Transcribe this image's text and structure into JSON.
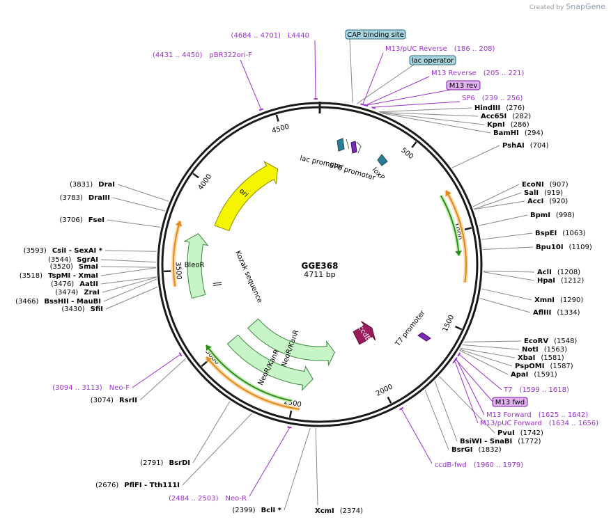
{
  "credit": {
    "prefix": "Created by",
    "brand": "SnapGene"
  },
  "plasmid": {
    "name": "GGE368",
    "length_label": "4711 bp",
    "length": 4711
  },
  "colors": {
    "backbone": "#1a1a1a",
    "enzyme": "#000000",
    "primer": "#9b30d0",
    "ori": "#f5f500",
    "resistance": "#c8f5c8",
    "ccdB": "#9b1c5a",
    "orange_feature": "#e08a1e",
    "green_feature": "#2e8b1e",
    "feature_box": "#a8d4e0",
    "primer_box": "#e0b0f0"
  },
  "ticks": [
    {
      "bp": 500,
      "label": "500"
    },
    {
      "bp": 1000,
      "label": "1000"
    },
    {
      "bp": 1500,
      "label": "1500"
    },
    {
      "bp": 2000,
      "label": "2000"
    },
    {
      "bp": 2500,
      "label": "2500"
    },
    {
      "bp": 3000,
      "label": "3000"
    },
    {
      "bp": 3500,
      "label": "3500"
    },
    {
      "bp": 4000,
      "label": "4000"
    },
    {
      "bp": 4500,
      "label": "4500"
    }
  ],
  "features": [
    {
      "name": "ori",
      "label": "ori",
      "start": 3800,
      "end": 4400,
      "direction": "fwd",
      "kind": "ori"
    },
    {
      "name": "BleoR",
      "label": "BleoR",
      "start": 3340,
      "end": 3720,
      "direction": "fwd",
      "kind": "res"
    },
    {
      "name": "NeoR/KanR",
      "label": "NeoR/KanR",
      "start": 2230,
      "end": 2990,
      "direction": "rev",
      "kind": "res"
    },
    {
      "name": "NeoR/KanR 2",
      "label": "NeoR/KanR",
      "start": 2400,
      "end": 3000,
      "direction": "rev",
      "kind": "res"
    },
    {
      "name": "ccdB",
      "label": "ccdB",
      "start": 1840,
      "end": 2010,
      "direction": "rev",
      "kind": "ccdB"
    },
    {
      "name": "Kozak sequence",
      "label": "Kozak sequence",
      "start": 3385,
      "end": 3395,
      "direction": "none",
      "kind": "small"
    }
  ],
  "outer_arcs": [
    {
      "name": "orange-1",
      "start": 780,
      "end": 1270,
      "direction": "rev",
      "color": "orange"
    },
    {
      "name": "green-1",
      "start": 790,
      "end": 1130,
      "direction": "fwd",
      "color": "green"
    },
    {
      "name": "orange-2",
      "start": 2460,
      "end": 3020,
      "direction": "fwd",
      "color": "orange"
    },
    {
      "name": "green-2",
      "start": 2510,
      "end": 3070,
      "direction": "fwd",
      "color": "green"
    },
    {
      "name": "orange-3",
      "start": 3420,
      "end": 3760,
      "direction": "fwd",
      "color": "orange"
    }
  ],
  "small_features": [
    {
      "name": "lac promoter",
      "label": "lac promoter"
    },
    {
      "name": "SP6 promoter",
      "label": "SP6 promoter"
    },
    {
      "name": "loxP",
      "label": "loxP"
    },
    {
      "name": "T7 promoter",
      "label": "T7 promoter"
    }
  ],
  "enzymes_right": [
    {
      "name": "HindIII",
      "pos": "(276)"
    },
    {
      "name": "Acc65I",
      "pos": "(282)"
    },
    {
      "name": "KpnI",
      "pos": "(286)"
    },
    {
      "name": "BamHI",
      "pos": "(294)"
    },
    {
      "name": "PshAI",
      "pos": "(704)"
    },
    {
      "name": "EcoNI",
      "pos": "(907)"
    },
    {
      "name": "SalI",
      "pos": "(919)"
    },
    {
      "name": "AccI",
      "pos": "(920)"
    },
    {
      "name": "BpmI",
      "pos": "(998)"
    },
    {
      "name": "BspEI",
      "pos": "(1063)"
    },
    {
      "name": "Bpu10I",
      "pos": "(1109)"
    },
    {
      "name": "AclI",
      "pos": "(1208)"
    },
    {
      "name": "HpaI",
      "pos": "(1212)"
    },
    {
      "name": "XmnI",
      "pos": "(1290)"
    },
    {
      "name": "AflIII",
      "pos": "(1334)"
    },
    {
      "name": "EcoRV",
      "pos": "(1548)"
    },
    {
      "name": "NotI",
      "pos": "(1563)"
    },
    {
      "name": "XbaI",
      "pos": "(1581)"
    },
    {
      "name": "PspOMI",
      "pos": "(1587)"
    },
    {
      "name": "ApaI",
      "pos": "(1591)"
    },
    {
      "name": "PvuI",
      "pos": "(1742)"
    },
    {
      "name": "BsiWI - SnaBI",
      "pos": "(1772)"
    },
    {
      "name": "BsrGI",
      "pos": "(1832)"
    }
  ],
  "enzymes_left": [
    {
      "name": "DraI",
      "pos": "(3831)"
    },
    {
      "name": "DraIII",
      "pos": "(3783)"
    },
    {
      "name": "FseI",
      "pos": "(3706)"
    },
    {
      "name": "CsiI - SexAI *",
      "pos": "(3593)"
    },
    {
      "name": "SgrAI",
      "pos": "(3544)"
    },
    {
      "name": "SmaI",
      "pos": "(3520)"
    },
    {
      "name": "TspMI - XmaI",
      "pos": "(3518)"
    },
    {
      "name": "AatII",
      "pos": "(3476)"
    },
    {
      "name": "ZraI",
      "pos": "(3474)"
    },
    {
      "name": "BssHII - MauBI",
      "pos": "(3466)"
    },
    {
      "name": "SfiI",
      "pos": "(3430)"
    },
    {
      "name": "RsrII",
      "pos": "(3074)"
    },
    {
      "name": "BsrDI",
      "pos": "(2791)"
    },
    {
      "name": "PflFI - Tth111I",
      "pos": "(2676)"
    },
    {
      "name": "BclI *",
      "pos": "(2399)"
    }
  ],
  "enzymes_bottom": [
    {
      "name": "XcmI",
      "pos": "(2374)"
    }
  ],
  "primers": [
    {
      "name": "L4440",
      "range": "(4684 .. 4701)"
    },
    {
      "name": "pBR322ori-F",
      "range": "(4431 .. 4450)"
    },
    {
      "name": "M13/pUC Reverse",
      "range": "(186 .. 208)"
    },
    {
      "name": "M13 Reverse",
      "range": "(205 .. 221)"
    },
    {
      "name": "SP6",
      "range": "(239 .. 256)"
    },
    {
      "name": "T7",
      "range": "(1599 .. 1618)"
    },
    {
      "name": "M13 Forward",
      "range": "(1625 .. 1642)"
    },
    {
      "name": "M13/pUC Forward",
      "range": "(1634 .. 1656)"
    },
    {
      "name": "ccdB-fwd",
      "range": "(1960 .. 1979)"
    },
    {
      "name": "Neo-F",
      "range": "(3094 .. 3113)"
    },
    {
      "name": "Neo-R",
      "range": "(2484 .. 2503)"
    }
  ],
  "boxes": [
    {
      "name": "CAP binding site",
      "label": "CAP binding site",
      "kind": "feature"
    },
    {
      "name": "lac operator",
      "label": "lac operator",
      "kind": "feature"
    },
    {
      "name": "M13 rev",
      "label": "M13 rev",
      "kind": "primer"
    },
    {
      "name": "M13 fwd",
      "label": "M13 fwd",
      "kind": "primer"
    }
  ]
}
